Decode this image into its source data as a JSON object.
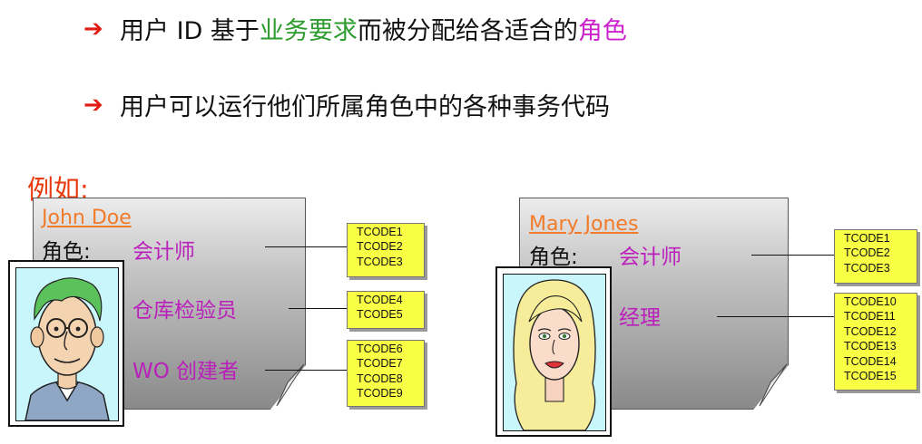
{
  "bullets": [
    {
      "text_before": "用户 ID 基于",
      "text_green": "业务要求",
      "text_middle": "而被分配给各适合的",
      "text_magenta": "角色"
    },
    {
      "text_before": "用户可以运行他们所属角色中的各种事务代码"
    }
  ],
  "example_label": "例如:",
  "users": [
    {
      "name": "John Doe",
      "role_label": "角色:",
      "roles": [
        {
          "title": "会计师",
          "tcodes": [
            "TCODE1",
            "TCODE2",
            "TCODE3"
          ]
        },
        {
          "title": "仓库检验员",
          "tcodes": [
            "TCODE4",
            "TCODE5"
          ]
        },
        {
          "title": "WO 创建者",
          "tcodes": [
            "TCODE6",
            "TCODE7",
            "TCODE8",
            "TCODE9"
          ]
        }
      ]
    },
    {
      "name": "Mary Jones",
      "role_label": "角色:",
      "roles": [
        {
          "title": "会计师",
          "tcodes": [
            "TCODE1",
            "TCODE2",
            "TCODE3"
          ]
        },
        {
          "title": "经理",
          "tcodes": [
            "TCODE10",
            "TCODE11",
            "TCODE12",
            "TCODE13",
            "TCODE14",
            "TCODE15"
          ]
        }
      ]
    }
  ],
  "colors": {
    "arrow": "#e31a12",
    "green": "#2e9b2e",
    "magenta": "#cc22cc",
    "name": "#f27b2a",
    "tcode_box": "#f8ff45"
  }
}
